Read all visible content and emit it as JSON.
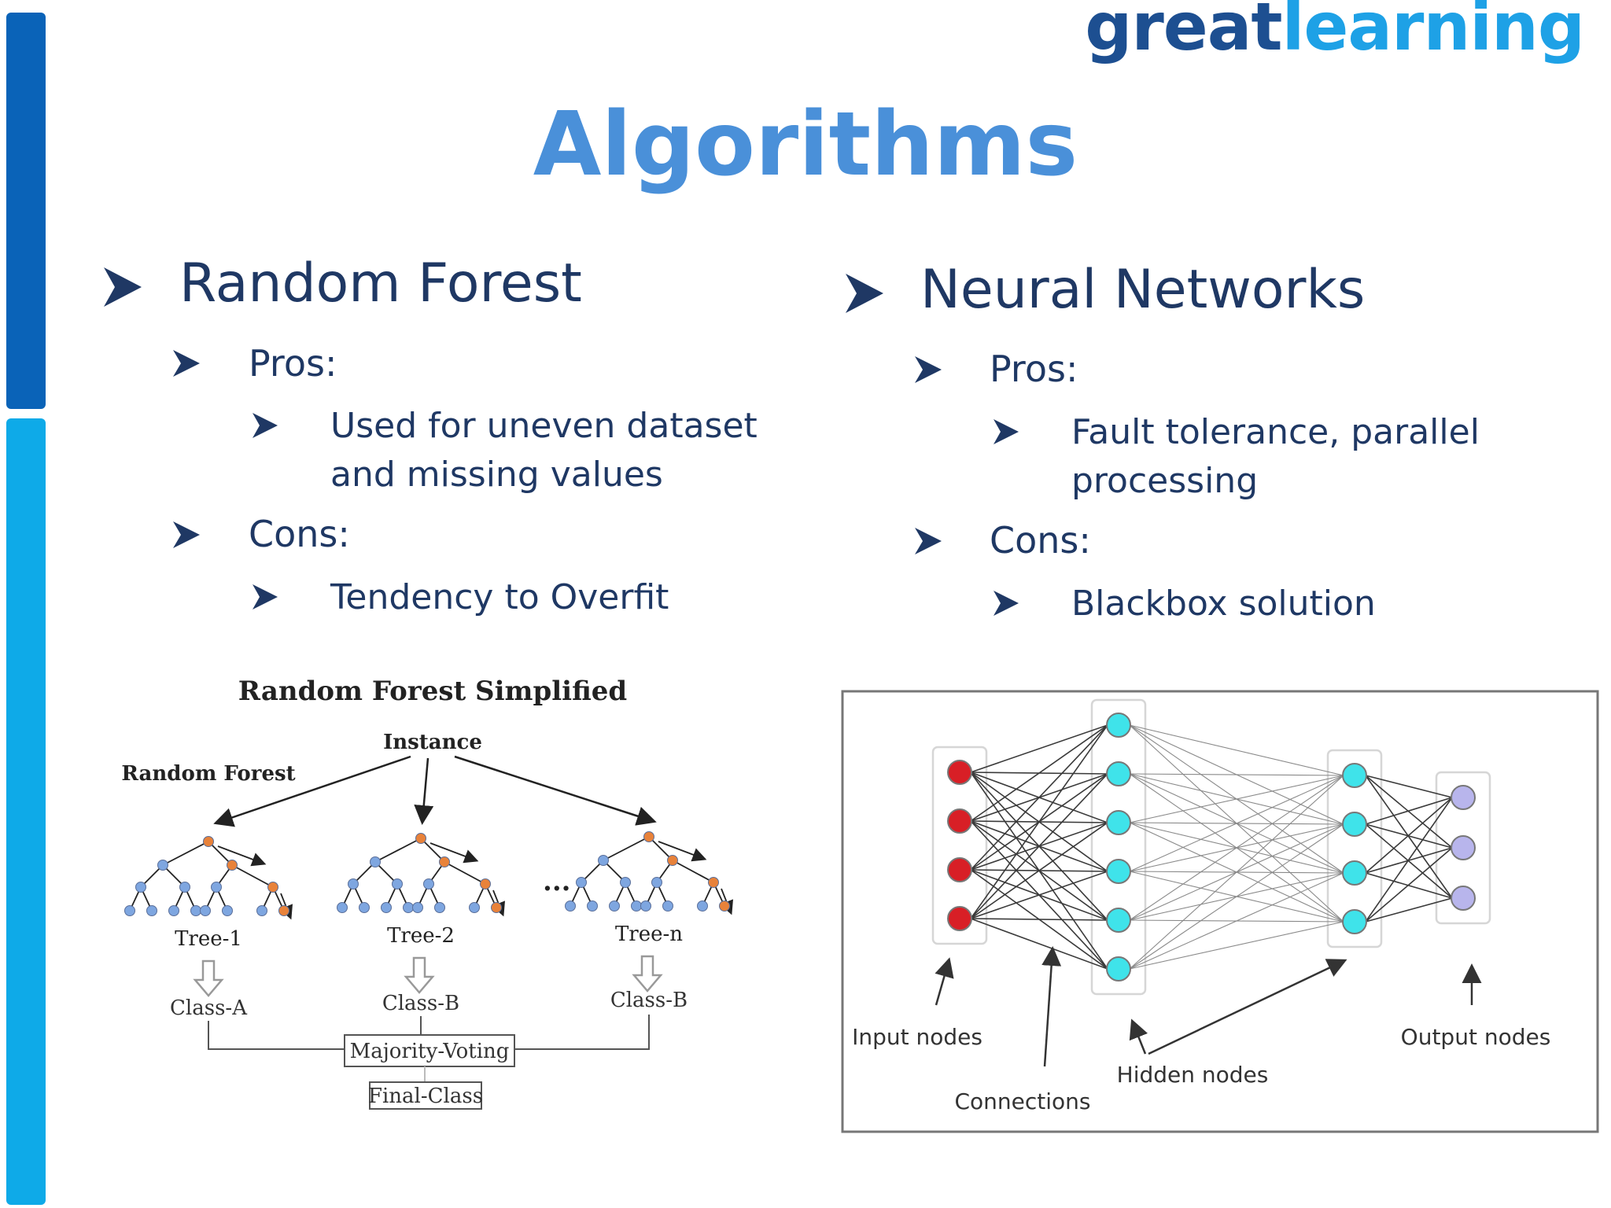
{
  "brand": {
    "great": "great",
    "learning": "learning"
  },
  "title": "Algorithms",
  "left": {
    "heading": "Random Forest",
    "pros_label": "Pros:",
    "pros_lines": [
      "Used for uneven dataset",
      "and missing values"
    ],
    "cons_label": "Cons:",
    "cons_item": "Tendency to Overfit"
  },
  "right": {
    "heading": "Neural Networks",
    "pros_label": "Pros:",
    "pros_lines": [
      "Fault tolerance, parallel",
      "processing"
    ],
    "cons_label": "Cons:",
    "cons_item": "Blackbox solution"
  },
  "rf_figure": {
    "title": "Random Forest Simplified",
    "instance": "Instance",
    "forest_label": "Random Forest",
    "ellipsis": "...",
    "trees": [
      {
        "name": "Tree-1",
        "class": "Class-A"
      },
      {
        "name": "Tree-2",
        "class": "Class-B"
      },
      {
        "name": "Tree-n",
        "class": "Class-B"
      }
    ],
    "voting": "Majority-Voting",
    "final": "Final-Class",
    "colors": {
      "node_blue": "#7ea6e0",
      "node_orange": "#e8823a"
    }
  },
  "nn_figure": {
    "input_label": "Input nodes",
    "connections_label": "Connections",
    "hidden_label": "Hidden nodes",
    "output_label": "Output nodes",
    "layers": {
      "input": 4,
      "hidden1": 6,
      "hidden2": 4,
      "output": 3
    },
    "colors": {
      "input": "#d81f26",
      "hidden": "#3fe3ea",
      "output": "#b8b5ec"
    }
  }
}
